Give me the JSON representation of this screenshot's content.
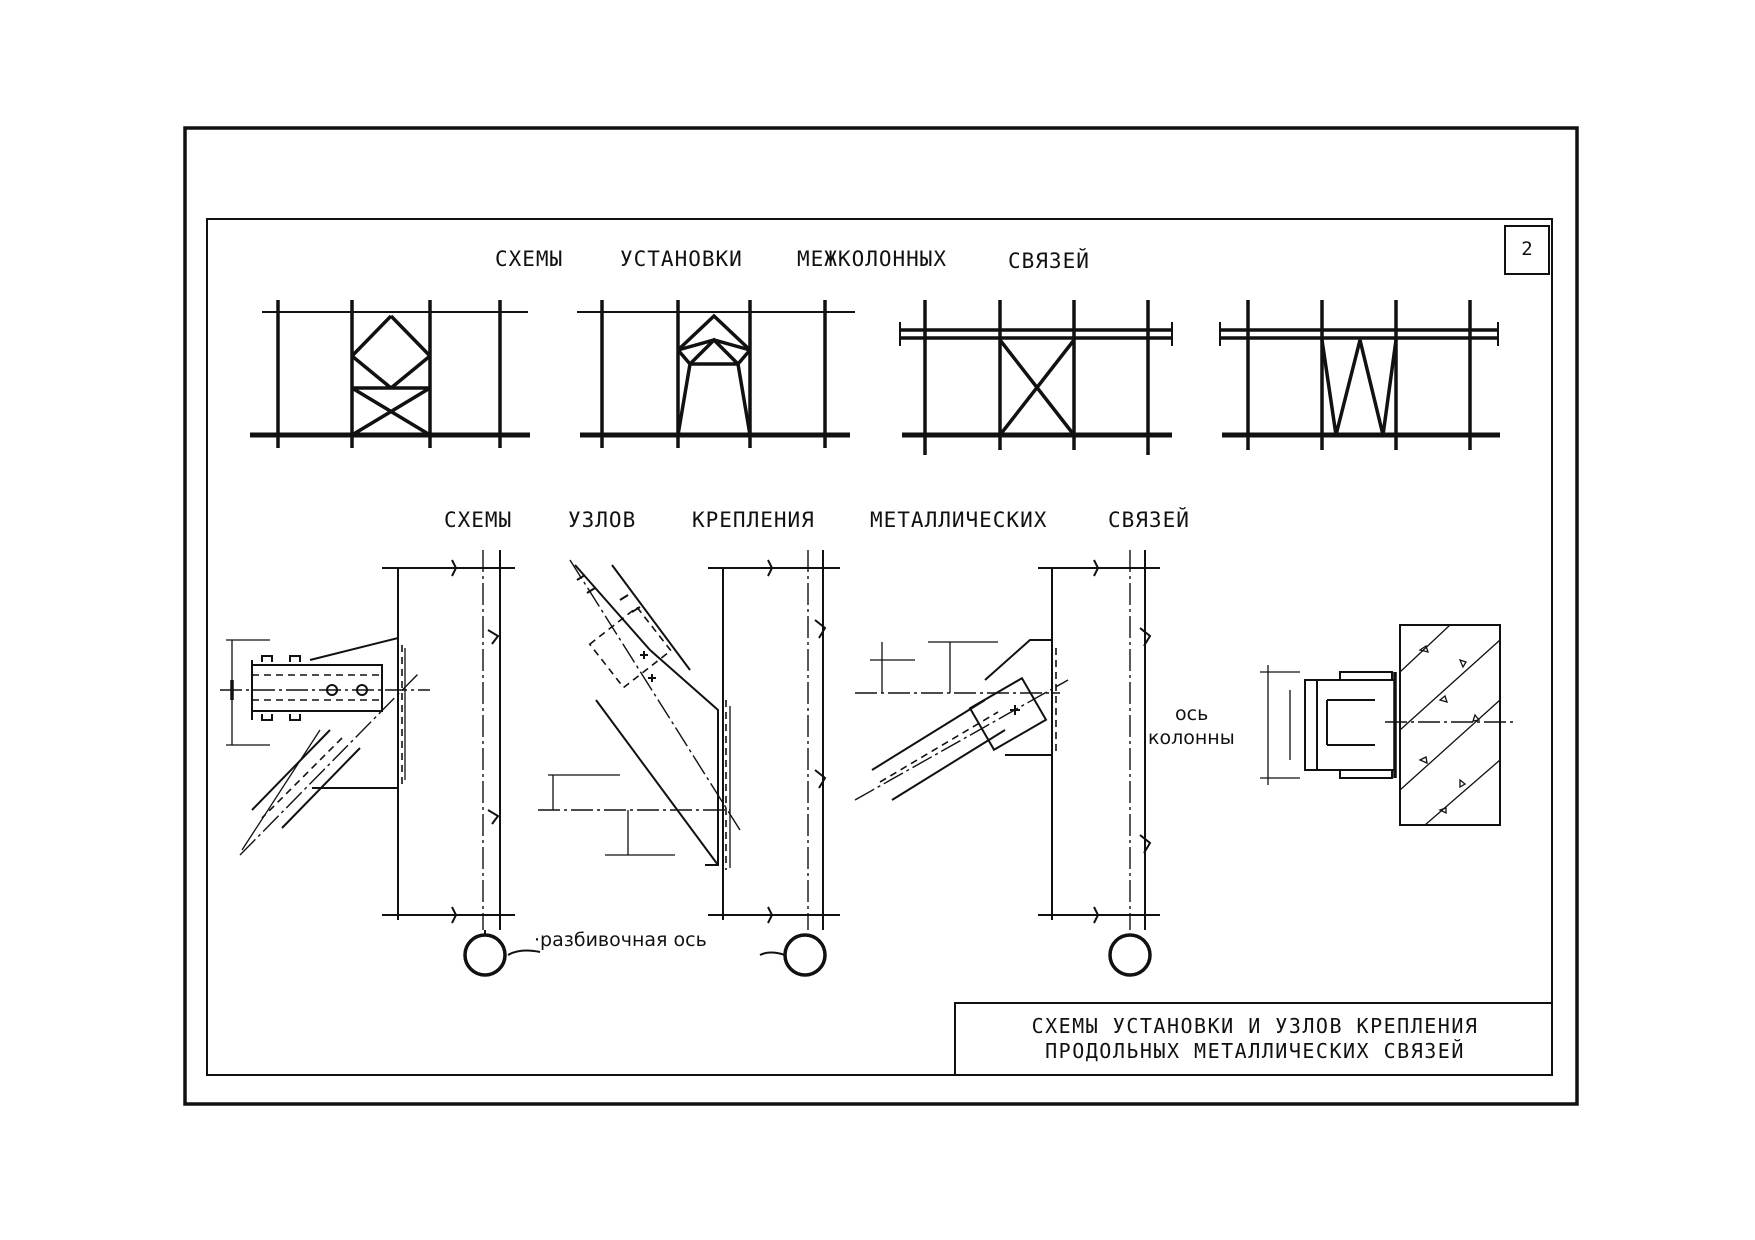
{
  "sheet": {
    "number": "2",
    "title_line1": "СХЕМЫ УСТАНОВКИ И УЗЛОВ КРЕПЛЕНИЯ",
    "title_line2": "ПРОДОЛЬНЫХ МЕТАЛЛИЧЕСКИХ СВЯЗЕЙ"
  },
  "section1": {
    "words": [
      "СХЕМЫ",
      "УСТАНОВКИ",
      "МЕЖКОЛОННЫХ",
      "СВЯЗЕЙ"
    ]
  },
  "section2": {
    "words": [
      "СХЕМЫ",
      "УЗЛОВ",
      "КРЕПЛЕНИЯ",
      "МЕТАЛЛИЧЕСКИХ",
      "СВЯЗЕЙ"
    ]
  },
  "labels": {
    "axis_os": "ось",
    "axis_kolonny": "колонны",
    "razbivochnaya_os": "·разбивочная ось"
  },
  "colors": {
    "ink": "#111111",
    "paper": "#ffffff"
  }
}
